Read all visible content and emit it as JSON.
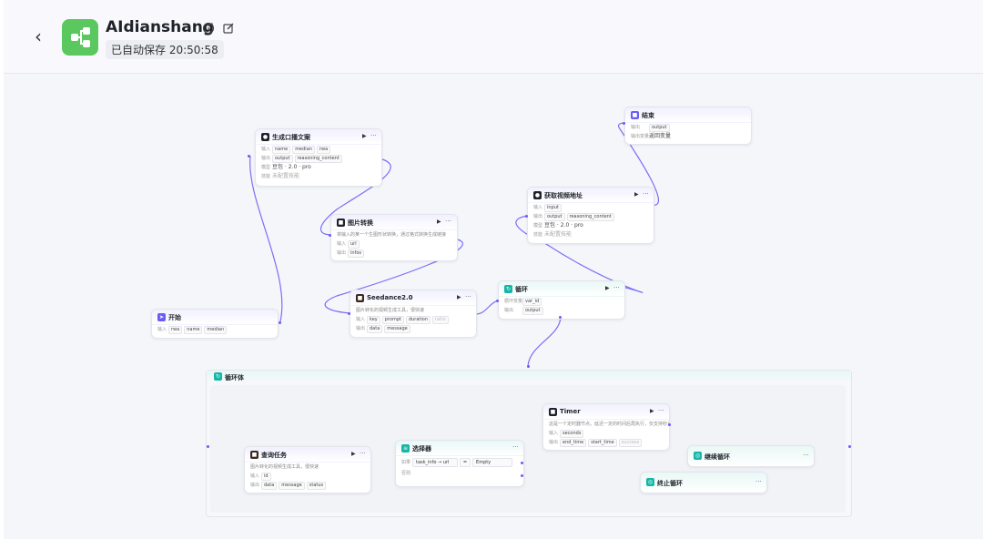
{
  "header": {
    "title": "AIdianshang",
    "info_icon": "info-icon",
    "edit_icon": "edit-icon",
    "save_status": "已自动保存 20:50:58"
  },
  "labels": {
    "input": "输入",
    "output": "输出",
    "model": "模型",
    "skill": "技能",
    "output_var": "输出变量",
    "loop_var": "循环变量",
    "condition": "如果",
    "else": "否则"
  },
  "nodes": {
    "start": {
      "title": "开始",
      "inputs": [
        "rwa",
        "name",
        "median"
      ]
    },
    "copy": {
      "title": "生成口播文案",
      "inputs": [
        "name",
        "median",
        "rwa"
      ],
      "outputs": [
        "output",
        "reasoning_content"
      ],
      "model": "豆包 · 2.0 · pro",
      "skill": "未配置技能"
    },
    "image": {
      "title": "图片转换",
      "desc": "将输入的某一个生图形状转换，通过格式转换生成链接",
      "inputs": [
        "url"
      ],
      "outputs": [
        "infos"
      ]
    },
    "seedance": {
      "title": "Seedance2.0",
      "desc": "图片转化的视频生成工具，很快速",
      "inputs": [
        "key",
        "prompt",
        "duration",
        "ratio"
      ],
      "outputs": [
        "data",
        "message"
      ]
    },
    "loop": {
      "title": "循环",
      "loop_vars": [
        "var_id"
      ],
      "outputs": [
        "output"
      ]
    },
    "fetch": {
      "title": "获取视频地址",
      "inputs": [
        "input"
      ],
      "outputs": [
        "output",
        "reasoning_content"
      ],
      "model": "豆包 · 2.0 · pro",
      "skill": "未配置技能"
    },
    "end": {
      "title": "结束",
      "outputs": [
        "output"
      ],
      "reply": "返回变量"
    },
    "loop_body": {
      "title": "循环体"
    },
    "query": {
      "title": "查询任务",
      "desc": "图片转化的视频生成工具，很快速",
      "inputs": [
        "id"
      ],
      "outputs": [
        "data",
        "message",
        "status"
      ]
    },
    "selector": {
      "title": "选择器",
      "field": "task_info → url",
      "op": "=",
      "value": "Empty"
    },
    "timer": {
      "title": "Timer",
      "desc": "这是一个定时器节点，延迟一定的时间后再执行，仅支持秒为单位的时间设置",
      "inputs": [
        "seconds"
      ],
      "outputs": [
        "end_time",
        "start_time",
        "success"
      ]
    },
    "continue": {
      "title": "继续循环"
    },
    "stop": {
      "title": "终止循环"
    }
  },
  "colors": {
    "edge": "#7b6ef6",
    "app_logo": "#5ac75f",
    "loop_accent": "#17b5a6",
    "llm_icon": "#1f2329",
    "start_icon": "#6b5cf6"
  }
}
